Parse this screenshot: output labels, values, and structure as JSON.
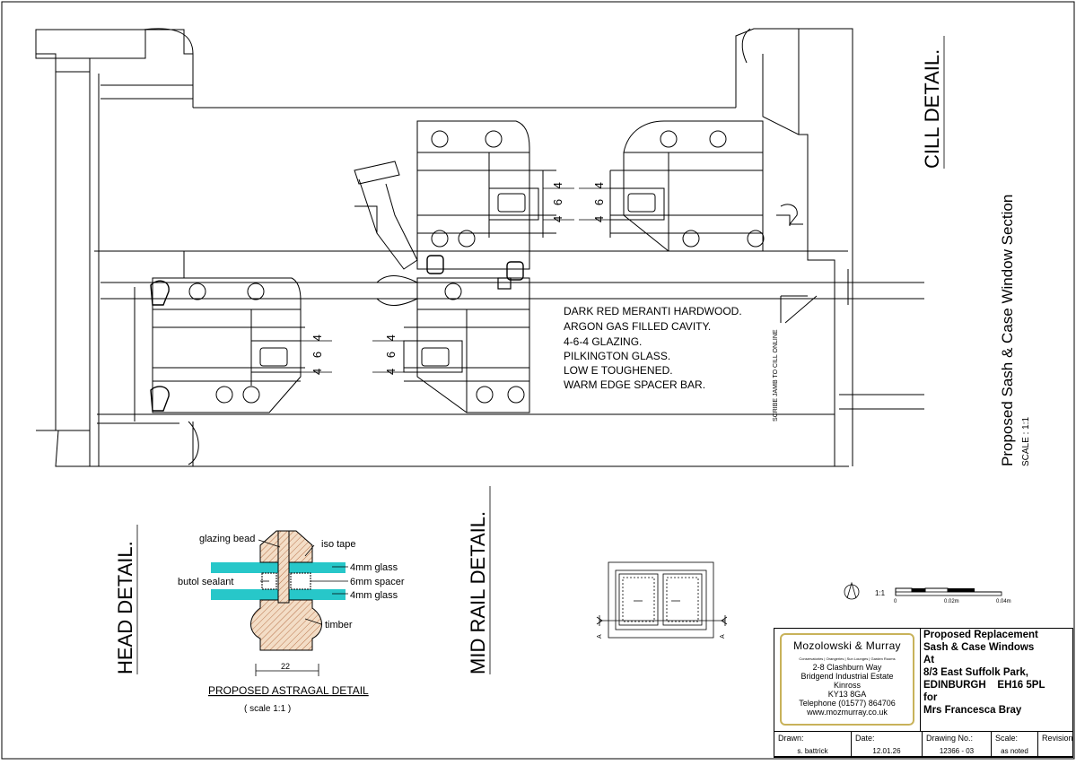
{
  "titles": {
    "cill": "CILL DETAIL.",
    "head": "HEAD DETAIL.",
    "mid_rail": "MID RAIL DETAIL.",
    "section_title": "Proposed Sash & Case Window Section",
    "section_scale": "SCALE : 1:1"
  },
  "spec_notes": [
    "DARK RED MERANTI HARDWOOD.",
    "ARGON GAS FILLED CAVITY.",
    "4-6-4 GLAZING.",
    "PILKINGTON GLASS.",
    "LOW E TOUGHENED.",
    "WARM EDGE SPACER BAR."
  ],
  "glazing_dims": [
    "4 6 4",
    "4 6 4",
    "4 6 4",
    "4 6 4"
  ],
  "scribe_note": "SCRIBE JAMB TO CILL ONLINE",
  "astragal": {
    "labels": {
      "glazing_bead": "glazing bead",
      "iso_tape": "iso tape",
      "glass_top": "4mm glass",
      "butol": "butol sealant",
      "spacer": "6mm spacer",
      "glass_bottom": "4mm glass",
      "timber": "timber"
    },
    "width_dim": "22",
    "title": "PROPOSED ASTRAGAL DETAIL",
    "scale": "( scale 1:1 )"
  },
  "key_plan": {
    "marker": "A"
  },
  "scale_bar": {
    "ratio": "1:1",
    "ticks": [
      "0",
      "0.02m",
      "0.04m"
    ]
  },
  "company": {
    "name": "Mozolowski & Murray",
    "tagline": "Conservatories | Orangeries | Sun Lounges | Garden Rooms",
    "address": [
      "2-8 Clashburn Way",
      "Bridgend Industrial Estate",
      "Kinross",
      "KY13 8GA"
    ],
    "telephone": "Telephone (01577) 864706",
    "web": "www.mozmurray.co.uk"
  },
  "project": {
    "lines": [
      "Proposed Replacement",
      "Sash & Case Windows",
      "At",
      "8/3 East Suffolk Park,",
      "EDINBURGH    EH16 5PL",
      "for",
      "Mrs Francesca Bray"
    ]
  },
  "title_block": {
    "drawn_label": "Drawn:",
    "drawn_value": "s. battrick",
    "date_label": "Date:",
    "date_value": "12.01.26",
    "drawing_label": "Drawing No.:",
    "drawing_value": "12366 - 03",
    "scale_label": "Scale:",
    "scale_value": "as noted",
    "revision_label": "Revision",
    "revision_value": ""
  },
  "colors": {
    "line": "#000000",
    "glass": "#27c7c9",
    "timber_fill": "#f3ddc6",
    "timber_hatch": "#b8734a",
    "logo_border": "#c8b25a"
  }
}
